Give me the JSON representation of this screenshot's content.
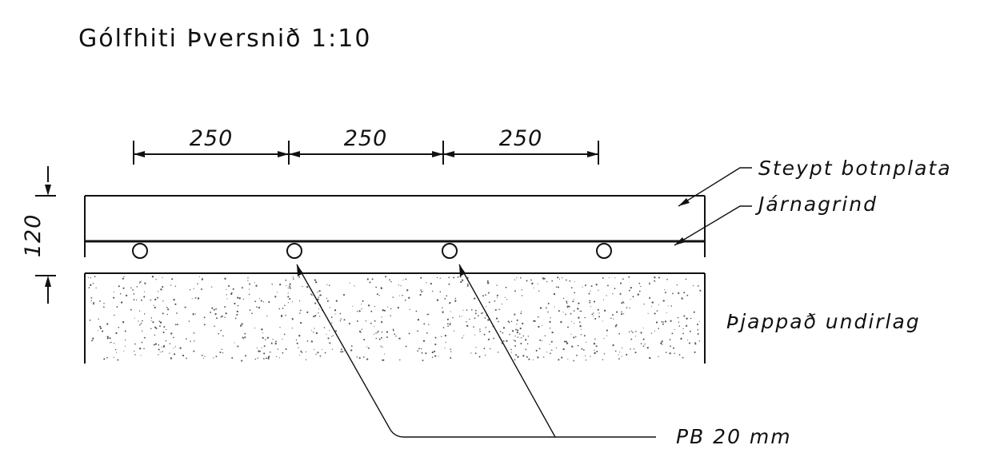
{
  "title": "Gólfhiti Þversnið 1:10",
  "dimensions": {
    "spacing": [
      "250",
      "250",
      "250"
    ],
    "height": "120"
  },
  "labels": {
    "slab": "Steypt botnplata",
    "rebar": "Járnagrind",
    "subbase": "Þjappað undirlag",
    "pipe": "PB 20 mm"
  },
  "pipes": {
    "count": 4
  }
}
